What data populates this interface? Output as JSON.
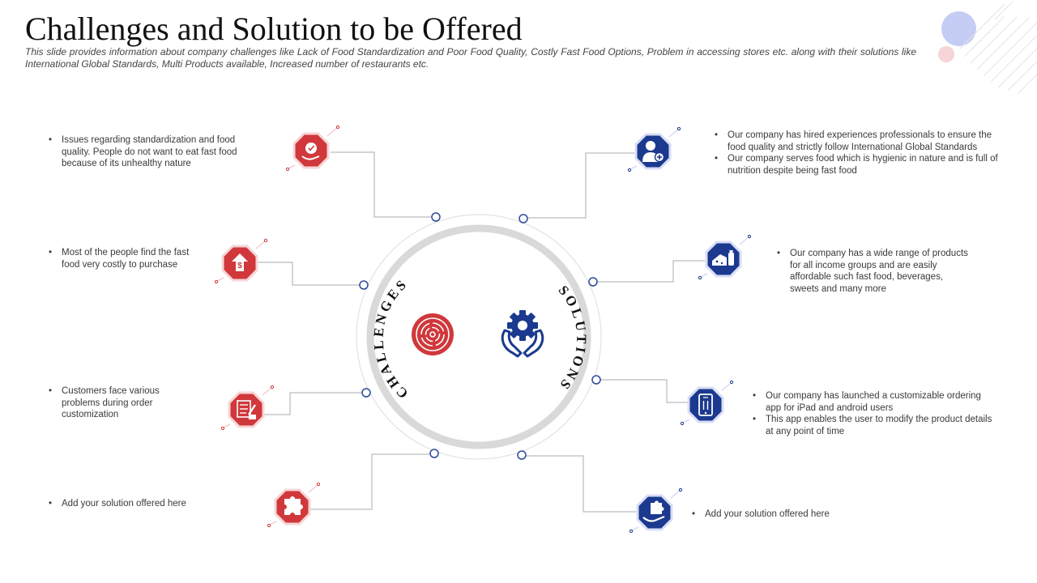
{
  "header": {
    "title": "Challenges and Solution to be Offered",
    "subtitle": "This slide provides information about company challenges like Lack of Food Standardization and Poor Food Quality, Costly Fast Food Options, Problem in accessing stores etc. along with their solutions like International Global Standards, Multi Products available, Increased number of restaurants etc."
  },
  "center": {
    "left_label": "CHALLENGES",
    "right_label": "SOLUTIONS",
    "left_icon": "target-icon",
    "right_icon": "gear-hands-icon"
  },
  "colors": {
    "challenge": "#d0383b",
    "solution": "#1b3a8f",
    "ring": "#d9d9d9",
    "connector": "#9aa0a6",
    "node": "#2b4a9b"
  },
  "challenges": [
    {
      "icon": "quality-badge-hand-icon",
      "bullets": [
        "Issues regarding standardization and food quality. People do not want to eat fast food because of its unhealthy nature"
      ]
    },
    {
      "icon": "dollar-arrow-up-icon",
      "bullets": [
        "Most of the people find the fast food very costly to purchase"
      ]
    },
    {
      "icon": "order-form-icon",
      "bullets": [
        "Customers face various problems during order customization"
      ]
    },
    {
      "icon": "puzzle-icon",
      "bullets": [
        "Add your solution offered here"
      ]
    }
  ],
  "solutions": [
    {
      "icon": "professional-user-icon",
      "bullets": [
        "Our company has hired experiences professionals to ensure the food quality and strictly follow International Global Standards",
        "Our company serves food which is hygienic in nature and is full of nutrition despite being fast food"
      ]
    },
    {
      "icon": "food-products-icon",
      "bullets": [
        "Our company has a wide range of products for all income groups and are easily affordable such fast food, beverages, sweets and many more"
      ]
    },
    {
      "icon": "mobile-ordering-app-icon",
      "bullets": [
        "Our company has launched a customizable ordering app for iPad and android users",
        "This app enables the user to modify the product details at any point of time"
      ]
    },
    {
      "icon": "hand-puzzle-icon",
      "bullets": [
        "Add your solution offered here"
      ]
    }
  ]
}
